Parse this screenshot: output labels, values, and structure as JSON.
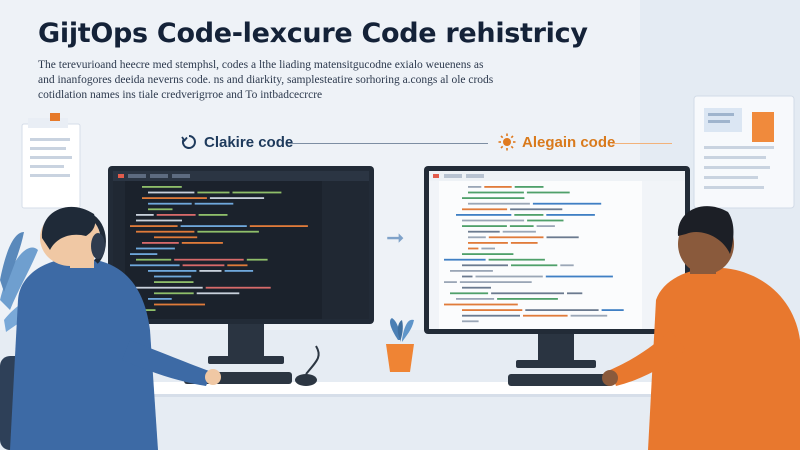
{
  "title": "GijtOps Code-lexcure Code rehistricy",
  "subtitle": {
    "line1": "The terevurioand heecre med stemphsl, codes a lthe liading matensitgucodne exialo weuenens as",
    "line2": "and inanfogores deeida neverns code. ns and diarkity, samplesteatire sorhoring a.congs al ole crods",
    "line3": "cotidlation names ins tiale credverigrroe and To intbadcecrcre"
  },
  "labels": {
    "left": "Clakire code",
    "right": "Alegain code"
  },
  "icons": {
    "left": "circular-arrows-icon",
    "right": "sun-icon",
    "middle": "arrow-right-icon"
  },
  "colors": {
    "background": "#eef2f7",
    "accent_left": "#1e3a5c",
    "accent_right": "#d97a1c",
    "dark_editor": "#1f2630",
    "light_editor": "#fbfcfd",
    "person_left_shirt": "#3d6aa5",
    "person_right_shirt": "#e8782e"
  }
}
